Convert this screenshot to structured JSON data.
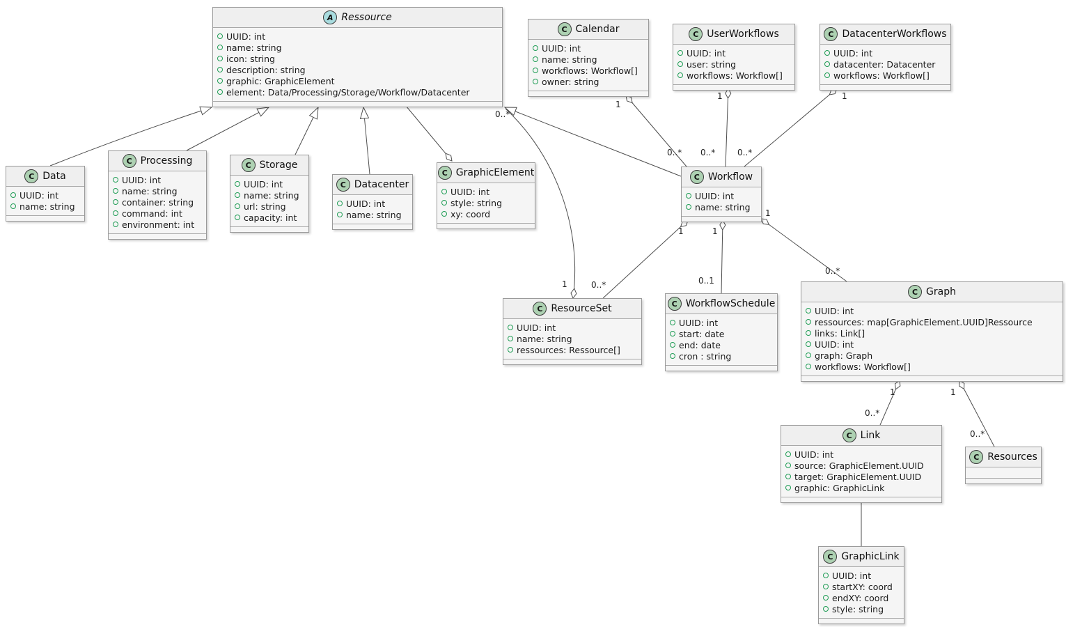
{
  "diagram": {
    "classes": [
      {
        "id": "ressource",
        "stereotype": "abstract",
        "icon_letter": "A",
        "name": "Ressource",
        "attributes": [
          "UUID: int",
          "name: string",
          "icon: string",
          "description: string",
          "graphic: GraphicElement",
          "element: Data/Processing/Storage/Workflow/Datacenter"
        ]
      },
      {
        "id": "calendar",
        "stereotype": "class",
        "icon_letter": "C",
        "name": "Calendar",
        "attributes": [
          "UUID: int",
          "name: string",
          "workflows: Workflow[]",
          "owner: string"
        ]
      },
      {
        "id": "userworkflows",
        "stereotype": "class",
        "icon_letter": "C",
        "name": "UserWorkflows",
        "attributes": [
          "UUID: int",
          "user: string",
          "workflows: Workflow[]"
        ]
      },
      {
        "id": "datacenterworkflows",
        "stereotype": "class",
        "icon_letter": "C",
        "name": "DatacenterWorkflows",
        "attributes": [
          "UUID: int",
          "datacenter: Datacenter",
          "workflows: Workflow[]"
        ]
      },
      {
        "id": "data",
        "stereotype": "class",
        "icon_letter": "C",
        "name": "Data",
        "attributes": [
          "UUID: int",
          "name: string"
        ]
      },
      {
        "id": "processing",
        "stereotype": "class",
        "icon_letter": "C",
        "name": "Processing",
        "attributes": [
          "UUID: int",
          "name: string",
          "container: string",
          "command: int",
          "environment: int"
        ]
      },
      {
        "id": "storage",
        "stereotype": "class",
        "icon_letter": "C",
        "name": "Storage",
        "attributes": [
          "UUID: int",
          "name: string",
          "url: string",
          "capacity: int"
        ]
      },
      {
        "id": "datacenter",
        "stereotype": "class",
        "icon_letter": "C",
        "name": "Datacenter",
        "attributes": [
          "UUID: int",
          "name: string"
        ]
      },
      {
        "id": "graphicelement",
        "stereotype": "class",
        "icon_letter": "C",
        "name": "GraphicElement",
        "attributes": [
          "UUID: int",
          "style: string",
          "xy: coord"
        ]
      },
      {
        "id": "workflow",
        "stereotype": "class",
        "icon_letter": "C",
        "name": "Workflow",
        "attributes": [
          "UUID: int",
          "name: string"
        ]
      },
      {
        "id": "resourceset",
        "stereotype": "class",
        "icon_letter": "C",
        "name": "ResourceSet",
        "attributes": [
          "UUID: int",
          "name: string",
          "ressources: Ressource[]"
        ]
      },
      {
        "id": "workflowschedule",
        "stereotype": "class",
        "icon_letter": "C",
        "name": "WorkflowSchedule",
        "attributes": [
          "UUID: int",
          "start: date",
          "end: date",
          "cron : string"
        ]
      },
      {
        "id": "graph",
        "stereotype": "class",
        "icon_letter": "C",
        "name": "Graph",
        "attributes": [
          "UUID: int",
          "ressources: map[GraphicElement.UUID]Ressource",
          "links: Link[]",
          "UUID: int",
          "graph: Graph",
          "workflows: Workflow[]"
        ]
      },
      {
        "id": "link",
        "stereotype": "class",
        "icon_letter": "C",
        "name": "Link",
        "attributes": [
          "UUID: int",
          "source: GraphicElement.UUID",
          "target: GraphicElement.UUID",
          "graphic: GraphicLink"
        ]
      },
      {
        "id": "resources",
        "stereotype": "class",
        "icon_letter": "C",
        "name": "Resources",
        "attributes": []
      },
      {
        "id": "graphiclink",
        "stereotype": "class",
        "icon_letter": "C",
        "name": "GraphicLink",
        "attributes": [
          "UUID: int",
          "startXY: coord",
          "endXY: coord",
          "style: string"
        ]
      }
    ],
    "relationships": [
      {
        "from": "Data",
        "to": "Ressource",
        "type": "generalization"
      },
      {
        "from": "Processing",
        "to": "Ressource",
        "type": "generalization"
      },
      {
        "from": "Storage",
        "to": "Ressource",
        "type": "generalization"
      },
      {
        "from": "Datacenter",
        "to": "Ressource",
        "type": "generalization"
      },
      {
        "from": "Workflow",
        "to": "Ressource",
        "type": "generalization"
      },
      {
        "from": "GraphicElement",
        "to": "Ressource",
        "type": "aggregation"
      },
      {
        "from": "Calendar",
        "to": "Workflow",
        "type": "aggregation",
        "from_label": "1",
        "to_label": "0..*"
      },
      {
        "from": "UserWorkflows",
        "to": "Workflow",
        "type": "aggregation",
        "from_label": "1",
        "to_label": "0..*"
      },
      {
        "from": "DatacenterWorkflows",
        "to": "Workflow",
        "type": "aggregation",
        "from_label": "1",
        "to_label": "0..*"
      },
      {
        "from": "Workflow",
        "to": "ResourceSet",
        "type": "aggregation",
        "from_label": "1",
        "to_label": "0..*"
      },
      {
        "from": "Workflow",
        "to": "WorkflowSchedule",
        "type": "aggregation",
        "from_label": "1",
        "to_label": "0..1"
      },
      {
        "from": "Workflow",
        "to": "Graph",
        "type": "aggregation",
        "from_label": "1",
        "to_label": "0..*"
      },
      {
        "from": "ResourceSet",
        "to": "Ressource",
        "type": "aggregation",
        "from_label": "1",
        "to_label": "0..*"
      },
      {
        "from": "Graph",
        "to": "Link",
        "type": "aggregation",
        "from_label": "1",
        "to_label": "0..*"
      },
      {
        "from": "Graph",
        "to": "Resources",
        "type": "aggregation",
        "from_label": "1",
        "to_label": "0..*"
      },
      {
        "from": "Link",
        "to": "GraphicLink",
        "type": "association"
      }
    ],
    "colors": {
      "class_icon_fill": "#add1b2",
      "abstract_icon_fill": "#a9dcdf",
      "field_icon_green": "#1f9d55",
      "box_fill": "#f5f5f5",
      "edge_gray": "#4d4d4d"
    }
  }
}
